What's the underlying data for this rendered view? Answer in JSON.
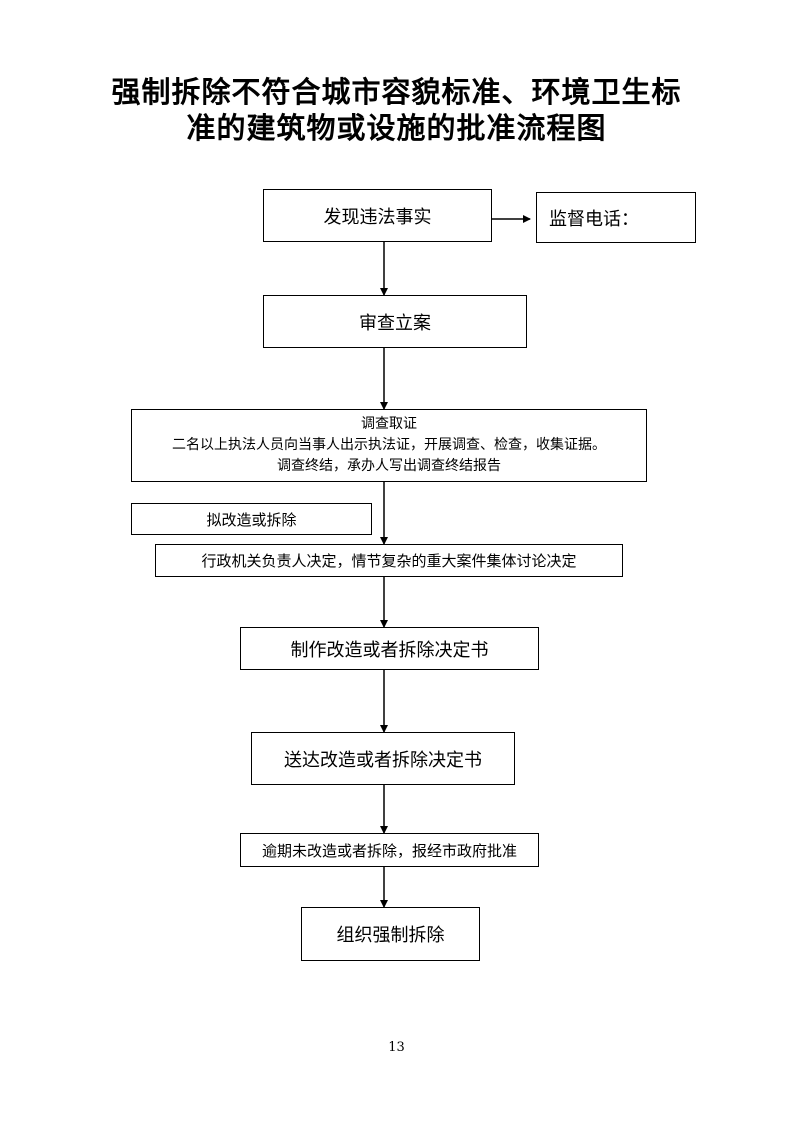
{
  "title": {
    "line1": "强制拆除不符合城市容貌标准、环境卫生标",
    "line2": "准的建筑物或设施的批准流程图"
  },
  "nodes": {
    "discover": "发现违法事实",
    "hotline": "监督电话：",
    "filing": "审查立案",
    "investigate": {
      "line1": "调查取证",
      "line2": "二名以上执法人员向当事人出示执法证，开展调查、检查，收集证据。",
      "line3": "调查终结，承办人写出调查终结报告"
    },
    "proposal": "拟改造或拆除",
    "decide": "行政机关负责人决定，情节复杂的重大案件集体讨论决定",
    "make_decision": "制作改造或者拆除决定书",
    "deliver": "送达改造或者拆除决定书",
    "overdue": "逾期未改造或者拆除，报经市政府批准",
    "demolish": "组织强制拆除"
  },
  "page_number": "13"
}
